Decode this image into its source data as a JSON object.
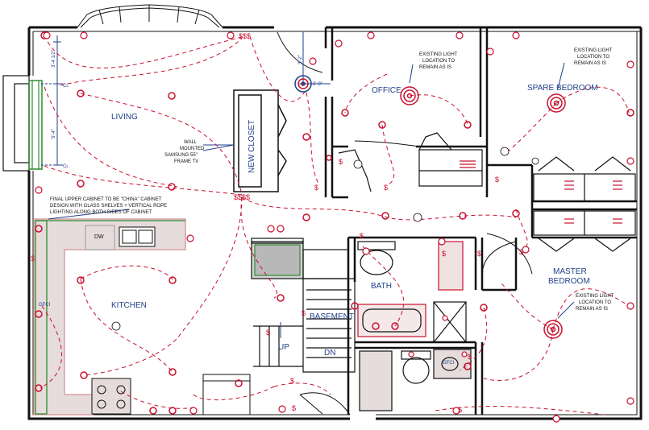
{
  "rooms": {
    "living": "LIVING",
    "office": "OFFICE",
    "spare_bedroom": "SPARE BEDROOM",
    "kitchen": "KITCHEN",
    "master_bedroom_line1": "MASTER",
    "master_bedroom_line2": "BEDROOM",
    "bath": "BATH",
    "basement": "BASEMENT",
    "new_closet": "NEW CLOSET"
  },
  "notes": {
    "office_light": [
      "EXISTING LIGHT",
      "LOCATION TO",
      "REMAIN AS IS"
    ],
    "spare_light": [
      "EXISTING LIGHT",
      "LOCATION TO",
      "REMAIN AS IS"
    ],
    "master_light": [
      "EXISTING LIGHT",
      "LOCATION TO",
      "REMAIN AS IS"
    ],
    "tv": [
      "WALL",
      "MOUNTED",
      "SAMSUNG 55\"",
      "FRAME TV"
    ],
    "cabinet": [
      "FINAL UPPER CABINET TO BE \"CHINA\" CABINET",
      "DESIGN WITH GLASS SHELVES + VERTICAL ROPE",
      "LIGHTING ALONG BOTH SIDES OF CABINET"
    ]
  },
  "labels": {
    "dw": "DW",
    "gfci": "GFCI",
    "up": "UP",
    "dn": "DN",
    "s": "$",
    "sss": "$$$",
    "sss2": "$$$$",
    "sub3": "3"
  },
  "dimensions": {
    "d1": "3'-4 1/2\"",
    "d2": "5'-4\"",
    "d3": "3'-2\"",
    "d4": "0'-9\"",
    "cl": "Cʟ"
  },
  "colors": {
    "wall": "#111111",
    "electrical": "#c8102e",
    "text_blue": "#1f3f8a",
    "cabinet_fill": "#e6dcdc",
    "green": "#2e8b2e",
    "pink_outline": "#d9a0a0"
  }
}
